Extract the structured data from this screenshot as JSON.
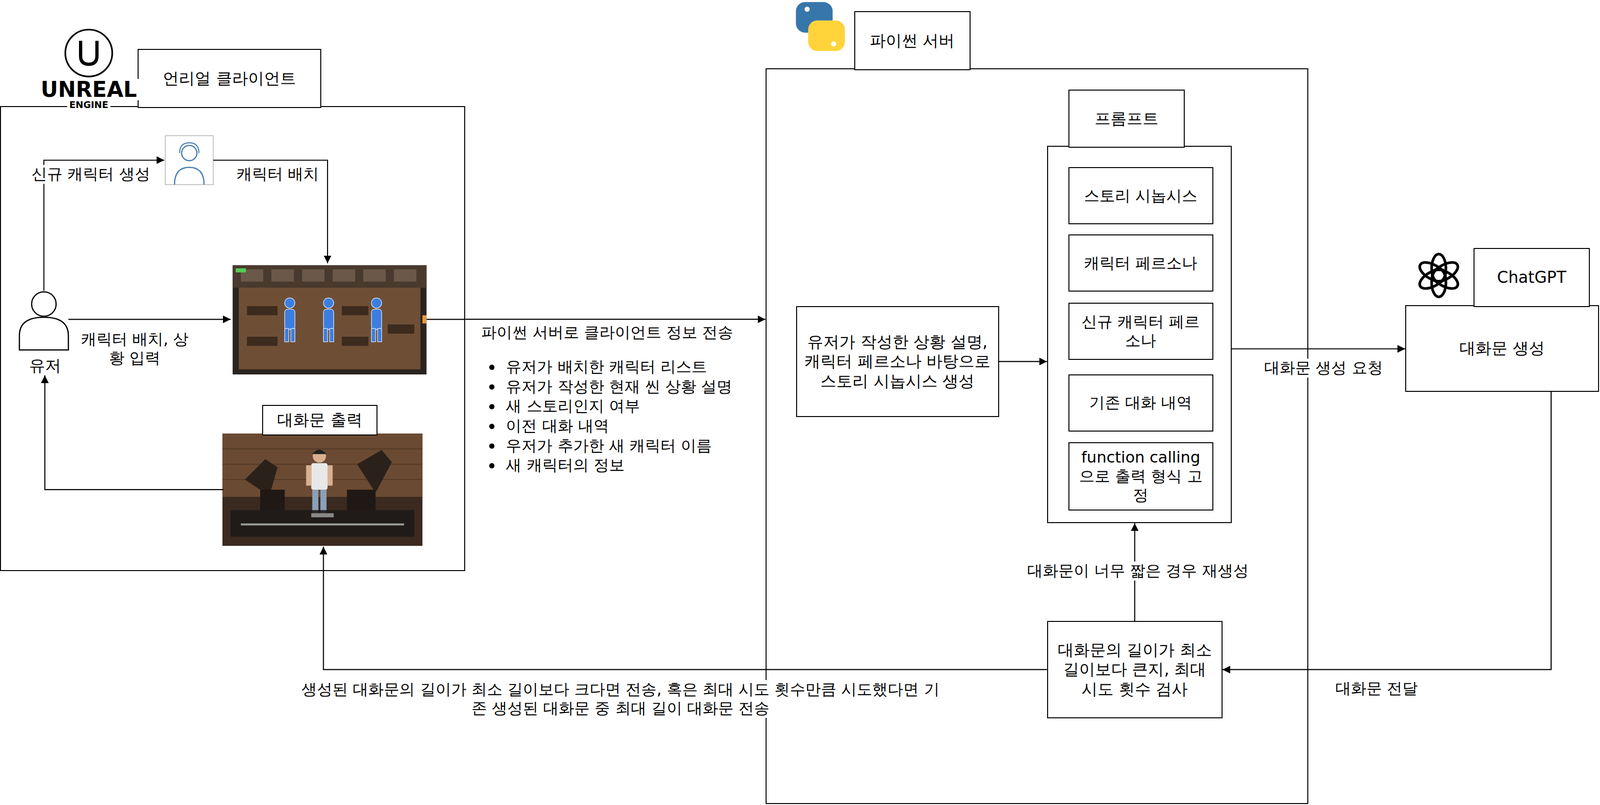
{
  "diagram": {
    "nodes": [
      {
        "text": [
          "언리얼 클라이언트"
        ]
      },
      {
        "text": [
          "유저"
        ],
        "in": 0
      },
      {
        "text": [
          "대화문 출력"
        ],
        "in": 0
      },
      {
        "text": [
          "파이썬 서버"
        ]
      },
      {
        "text": [
          "프롬프트"
        ],
        "in": 3
      },
      {
        "text": [
          "스토리 시놉시스"
        ],
        "in": 4
      },
      {
        "text": [
          "캐릭터 페르소나"
        ],
        "in": 4
      },
      {
        "text": [
          "신규 캐릭터 페르소나"
        ],
        "in": 4
      },
      {
        "text": [
          "기존 대화 내역"
        ],
        "in": 4
      },
      {
        "text": [
          "function calling으로 출력 형식 고정"
        ],
        "in": 4
      },
      {
        "text": [
          "유저가 작성한 상황 설명, 캐릭터 페르소나 바탕으로 스토리 시놉시스 생성"
        ],
        "in": 3
      },
      {
        "text": [
          "대화문의 길이가 최소 길이보다 큰지, 최대 시도 횟수 검사"
        ],
        "in": 3
      },
      {
        "text": [
          "ChatGPT",
          "대화문 생성"
        ]
      }
    ],
    "edges": [
      {
        "from": 0,
        "to": 3,
        "label": "파이썬 서버로 클라이언트 정보 전송",
        "arrow": "to"
      },
      {
        "from": 10,
        "to": 4,
        "arrow": "to"
      },
      {
        "from": 4,
        "to": 12,
        "label": "대화문 생성 요청",
        "arrow": "to"
      },
      {
        "from": 12,
        "to": 11,
        "label": "대화문 전달",
        "arrow": "to"
      },
      {
        "from": 11,
        "to": 4,
        "label": "대화문이 너무 짧은 경우 재생성",
        "arrow": "to"
      },
      {
        "from": 11,
        "to": 2,
        "label": "생성된 대화문의 길이가 최소 길이보다 크다면 전송, 혹은 최대 시도 횟수만큼 시도했다면 기존 생성된 대화문 중 최대 길이 대화문 전송",
        "arrow": "to"
      },
      {
        "from": 2,
        "to": 1,
        "arrow": "to"
      }
    ],
    "labels": [
      "UNREAL",
      "ENGINE",
      "신규 캐릭터 생성",
      "캐릭터 배치",
      "캐릭터 배치, 상황 입력",
      "유저가 배치한 캐릭터 리스트",
      "유저가 작성한 현재 씬 상황 설명",
      "새 스토리인지 여부",
      "이전 대화 내역",
      "우저가 추가한 새 캐릭터 이름",
      "새 캐릭터의 정보"
    ]
  }
}
